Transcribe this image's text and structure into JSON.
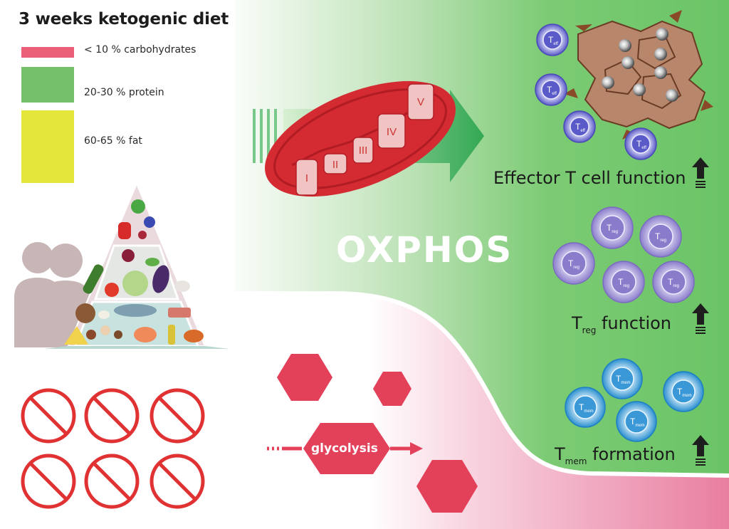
{
  "title": "3 weeks ketogenic diet",
  "legend": [
    {
      "label": "< 10 % carbohydrates",
      "color": "#ec5f78"
    },
    {
      "label": "20-30 % protein",
      "color": "#75c06a"
    },
    {
      "label": "60-65 % fat",
      "color": "#e4e63c"
    }
  ],
  "oxphos": "OXPHOS",
  "complexes": [
    "I",
    "II",
    "III",
    "IV",
    "V"
  ],
  "glycolysis": "glycolysis",
  "effector": {
    "label": "Effector T cell function",
    "cell_label": "T",
    "cell_sub": "eff"
  },
  "treg": {
    "prefix": "T",
    "sub": "reg",
    "suffix": " function",
    "cell_label": "T",
    "cell_sub": "reg"
  },
  "tmem": {
    "prefix": "T",
    "sub": "mem",
    "suffix": " formation",
    "cell_label": "T",
    "cell_sub": "mem"
  },
  "colors": {
    "green": "#6ac466",
    "pink": "#ec8aa8",
    "mito": "#d42a32",
    "red": "#e3405a",
    "tumor": "#b88468",
    "eff_cell": "#6f6fd2",
    "treg_cell": "#9b8fd6",
    "tmem_cell": "#4aa6dc"
  },
  "icons": {
    "arrows": "arrow-up-icon",
    "forbidden": [
      "bread-icon",
      "potato-icon",
      "wine-bottle-icon",
      "corn-icon",
      "sugar-bowl-icon",
      "cupcake-icon"
    ]
  }
}
